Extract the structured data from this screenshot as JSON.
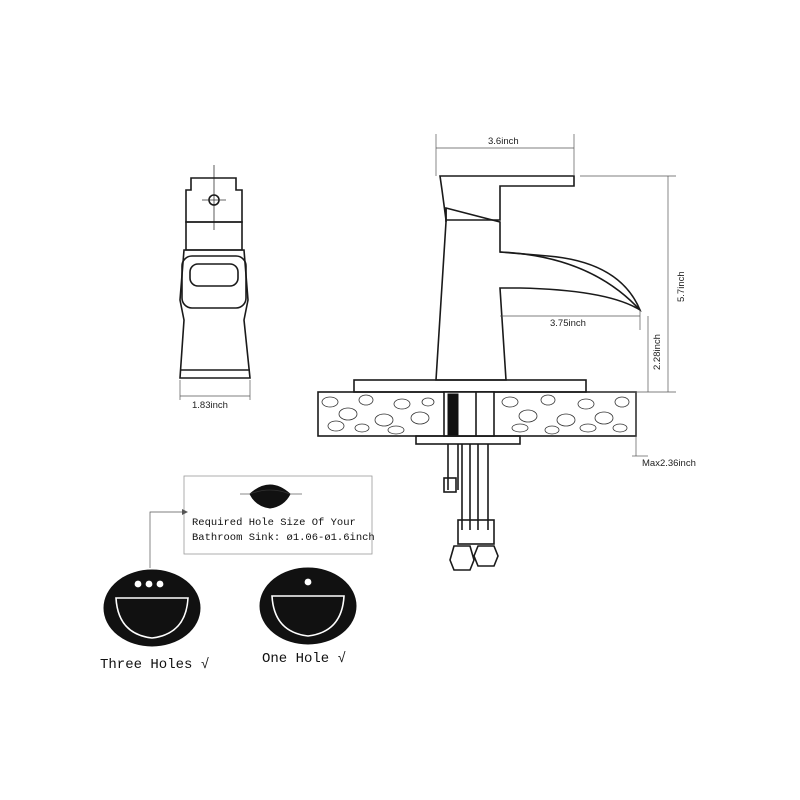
{
  "dimensions": {
    "spout_width": "3.6inch",
    "total_height": "5.7inch",
    "spout_reach": "3.75inch",
    "spout_height": "2.28inch",
    "base_width": "1.83inch",
    "max_deck": "Max2.36inch"
  },
  "note": {
    "line1": "Required Hole Size Of Your",
    "line2": "Bathroom Sink: ø1.06-ø1.6inch"
  },
  "sinks": {
    "three_holes": "Three Holes √",
    "one_hole": "One Hole  √"
  }
}
